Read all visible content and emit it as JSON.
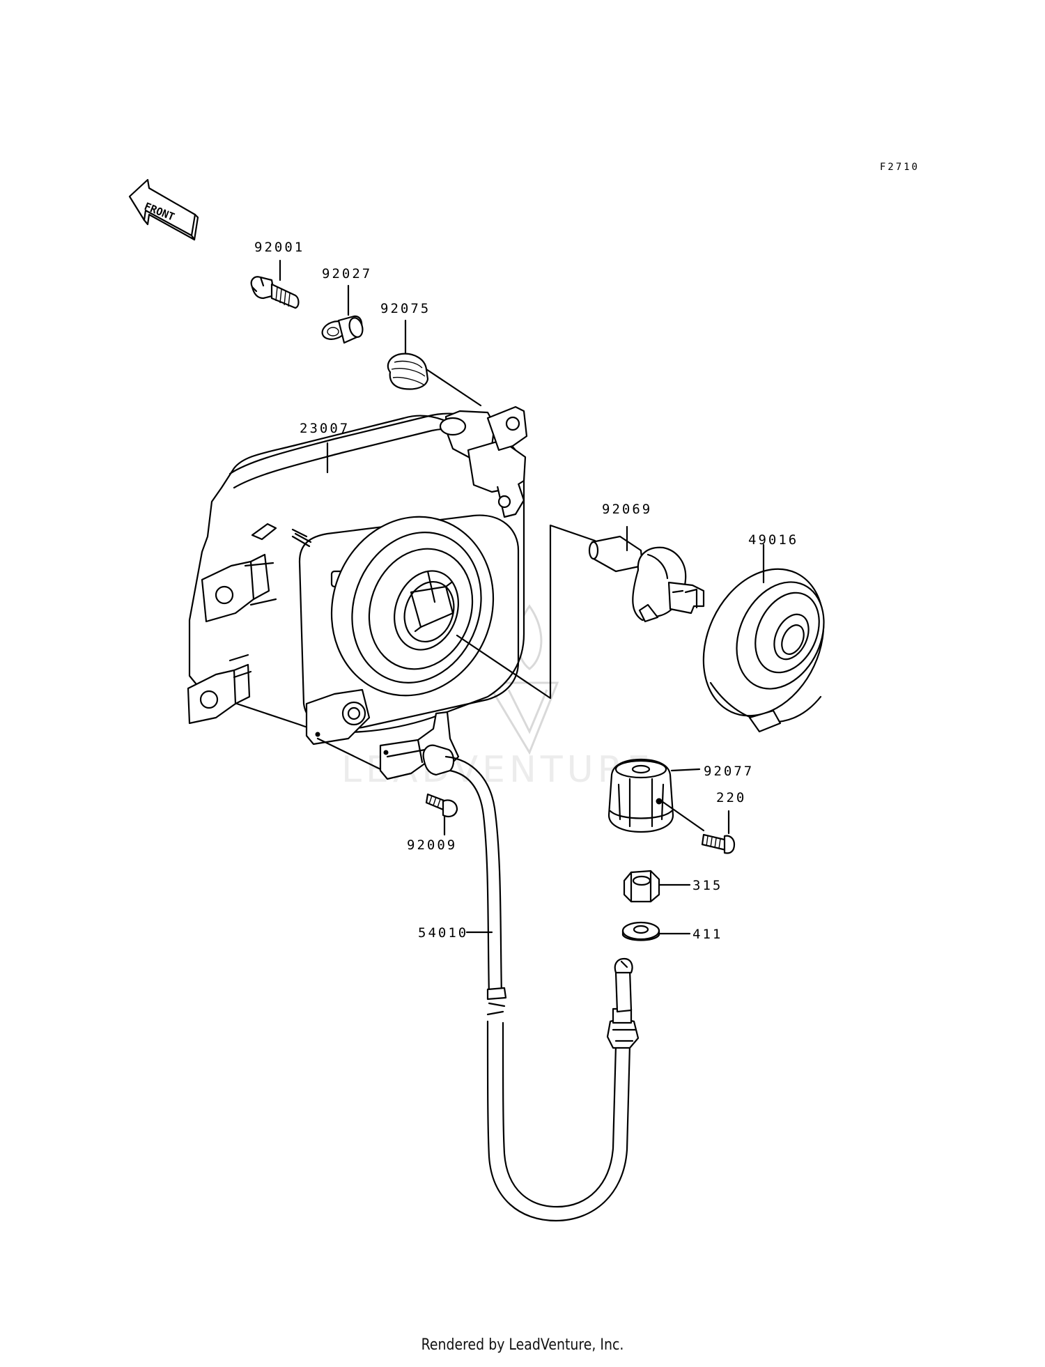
{
  "diagram": {
    "code": "F2710",
    "front_label": "FRONT",
    "footer": "Rendered by LeadVenture, Inc.",
    "watermark": "LEADVENTURE",
    "parts": [
      {
        "id": "p92001",
        "label": "92001"
      },
      {
        "id": "p92027",
        "label": "92027"
      },
      {
        "id": "p92075",
        "label": "92075"
      },
      {
        "id": "p23007",
        "label": "23007"
      },
      {
        "id": "p92069",
        "label": "92069"
      },
      {
        "id": "p49016",
        "label": "49016"
      },
      {
        "id": "p92077",
        "label": "92077"
      },
      {
        "id": "p220",
        "label": "220"
      },
      {
        "id": "p92009",
        "label": "92009"
      },
      {
        "id": "p315",
        "label": "315"
      },
      {
        "id": "p411",
        "label": "411"
      },
      {
        "id": "p54010",
        "label": "54010"
      }
    ]
  }
}
